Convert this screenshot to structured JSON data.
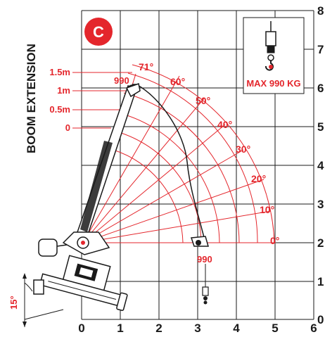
{
  "badge": "C",
  "y_axis_title": "BOOM EXTENSION",
  "x_ticks": [
    "0",
    "1",
    "2",
    "3",
    "4",
    "5",
    "6"
  ],
  "y_ticks": [
    "0",
    "1",
    "2",
    "3",
    "4",
    "5",
    "6",
    "7",
    "8"
  ],
  "extension_labels": [
    "1.5m",
    "1m",
    "0.5m",
    "0"
  ],
  "angle_labels": [
    "71°",
    "60°",
    "50°",
    "40°",
    "30°",
    "20°",
    "10°",
    "0°"
  ],
  "load_top": "990",
  "load_bottom": "990",
  "max_load": "MAX 990 KG",
  "tilt": "15°",
  "colors": {
    "accent": "#e4262c",
    "grid": "#1a1a1a",
    "text": "#1a1a1a"
  }
}
